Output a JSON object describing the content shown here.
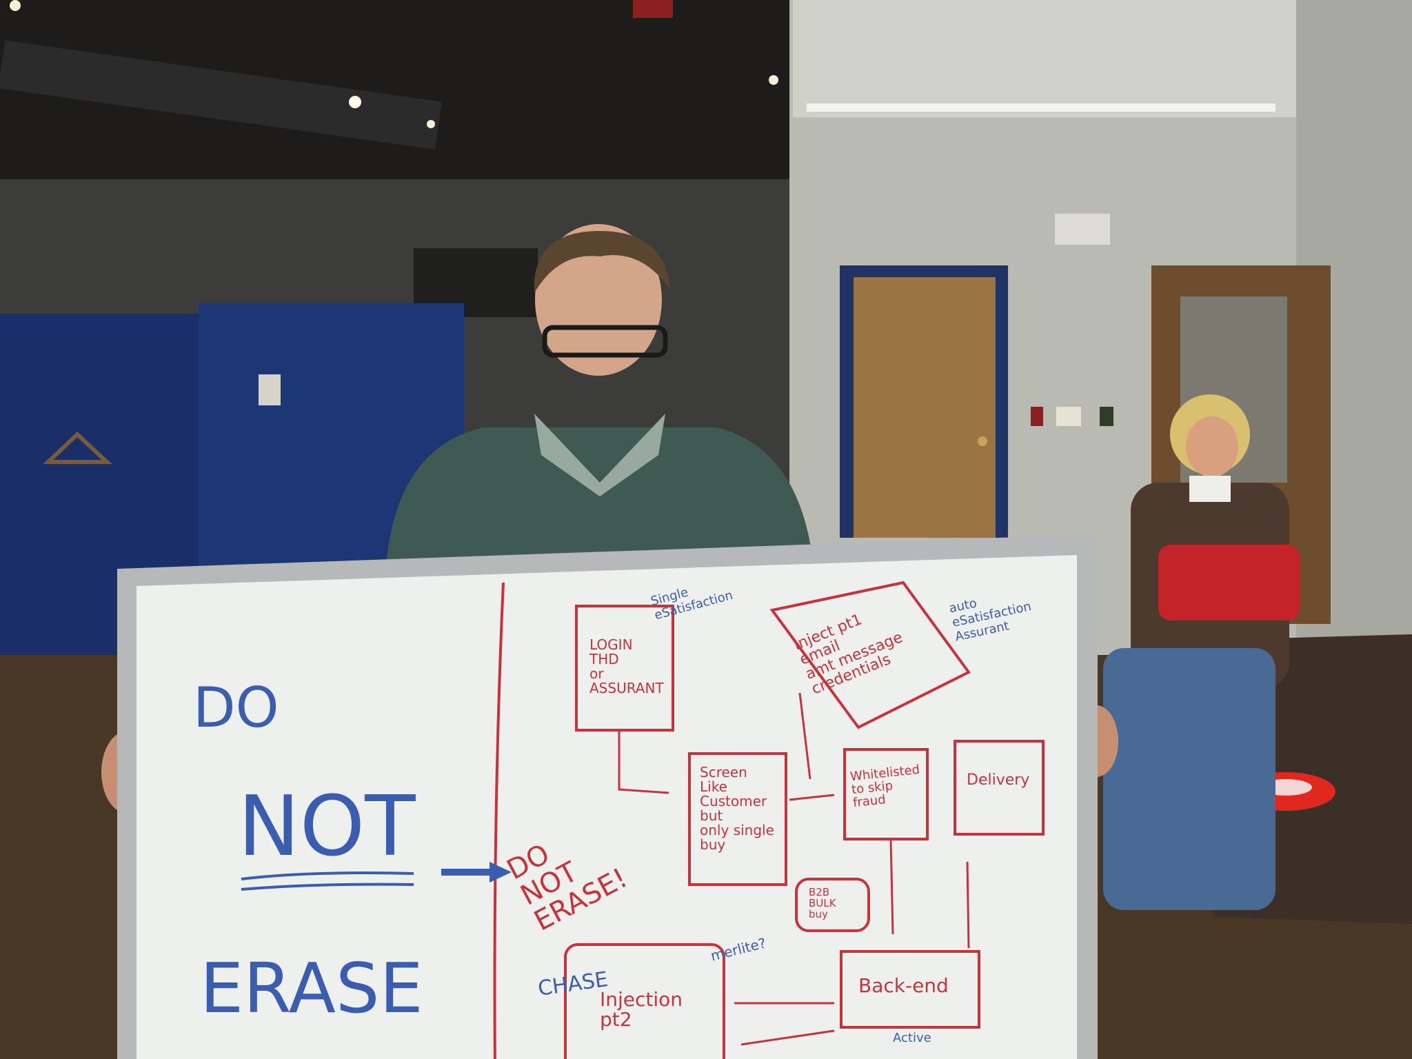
{
  "scene": {
    "description_icon": "photo",
    "palette": {
      "ceiling": "#1d1c1b",
      "wall_left": "#3c3d3b",
      "wall_right": "#b9bab2",
      "blue_panel": "#1a2f6a",
      "floor": "#4a3826",
      "whiteboard": "#eef0ee",
      "frame": "#b6b8ba",
      "marker_red": "#c8333a",
      "marker_blue": "#3a5db0",
      "sweater": "#3f5a52",
      "door": "#9a7443",
      "table": "#3b2f27",
      "frisbee": "#e0281f",
      "bag": "#c4232a"
    }
  },
  "whiteboard": {
    "left_text": {
      "do": "DO",
      "not": "NOT",
      "erase": "ERASE"
    },
    "red_do_not_erase": "DO\nNOT\nERASE!",
    "boxes": {
      "login": "LOGIN\nTHD\nor\nASSURANT",
      "login_note": "Single\neSatisfaction",
      "inject1": "Inject pt1\nemail\namt message\ncredentials",
      "inject1_note": "auto\neSatisfaction\nAssurant",
      "screen": "Screen\nLike\nCustomer\nbut\nonly single\nbuy",
      "whitelisted": "Whitelisted\nto skip\nfraud",
      "delivery": "Delivery",
      "b2b": "B2B\nBULK\nbuy",
      "backend": "Back-end",
      "injection2": "Injection\npt2",
      "chase": "CHASE",
      "merlite": "merlite?",
      "active": "Active"
    }
  }
}
